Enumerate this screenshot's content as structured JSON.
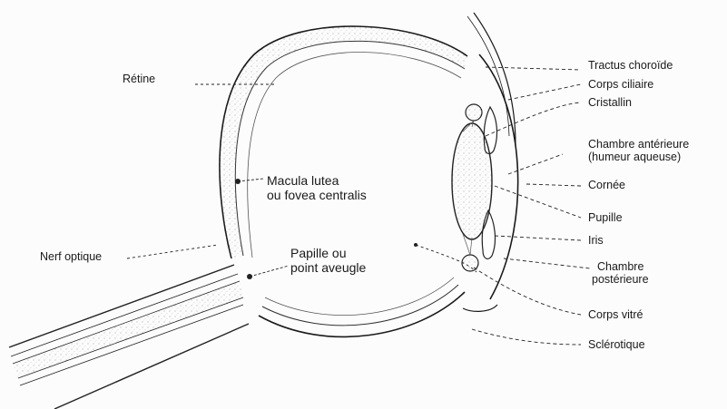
{
  "diagram": {
    "labels": {
      "retine": "Rétine",
      "macula_line1": "Macula lutea",
      "macula_line2": "ou fovea centralis",
      "nerf_optique": "Nerf optique",
      "papille_line1": "Papille ou",
      "papille_line2": "point aveugle",
      "tractus_choroide": "Tractus choroïde",
      "corps_ciliaire": "Corps ciliaire",
      "cristallin": "Cristallin",
      "chambre_anterieure_line1": "Chambre antérieure",
      "chambre_anterieure_line2": "(humeur aqueuse)",
      "cornee": "Cornée",
      "pupille": "Pupille",
      "iris": "Iris",
      "chambre_posterieure_line1": "Chambre",
      "chambre_posterieure_line2": "postérieure",
      "corps_vitre": "Corps vitré",
      "sclerotique": "Sclérotique"
    }
  }
}
